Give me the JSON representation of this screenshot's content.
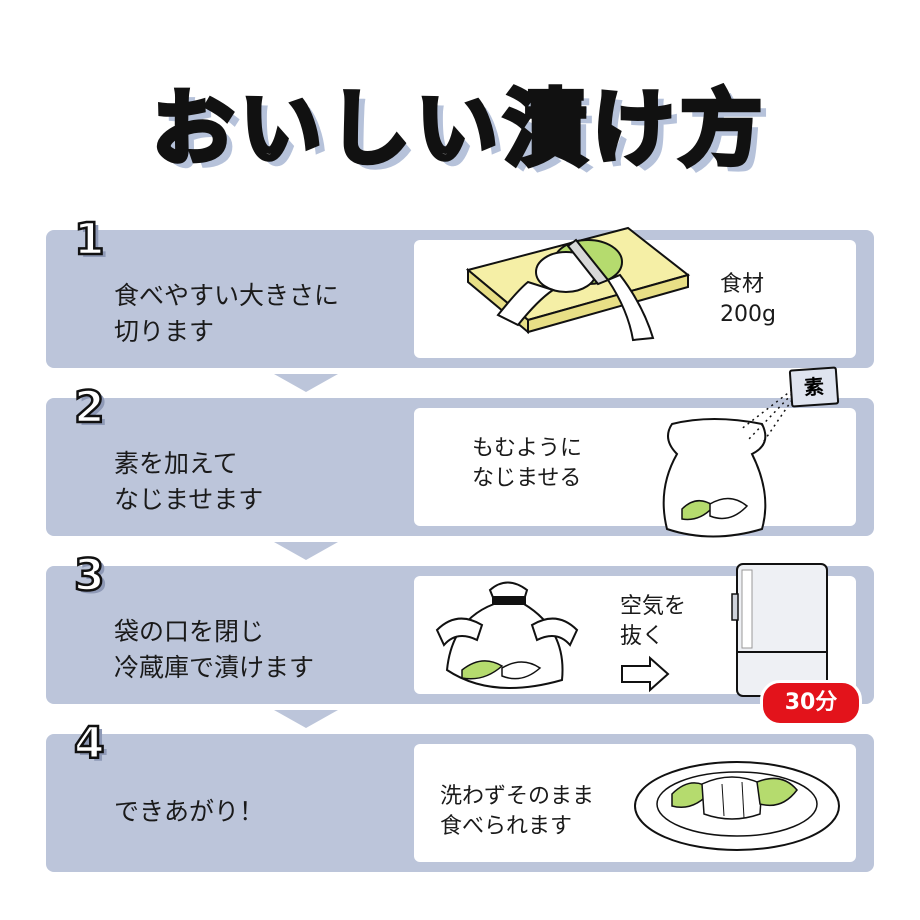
{
  "title": "おいしい漬け方",
  "steps": [
    {
      "number": "1",
      "text": "食べやすい大きさに\n切ります",
      "note": "食材\n200g"
    },
    {
      "number": "2",
      "text": "素を加えて\nなじませます",
      "note": "もむように\nなじませる",
      "label": "素"
    },
    {
      "number": "3",
      "text": "袋の口を閉じ\n冷蔵庫で漬けます",
      "note": "空気を\n抜く",
      "badge": "30分"
    },
    {
      "number": "4",
      "text": "できあがり！",
      "note": "洗わずそのまま\n食べられます"
    }
  ],
  "colors": {
    "panel": "#bcc5da",
    "badge": "#e3131b",
    "cabbage": "#b5db6e",
    "board": "#f5efa6"
  },
  "icons": [
    "cutting-board-icon",
    "seasoning-pack-icon",
    "bag-icon",
    "refrigerator-icon",
    "plate-icon",
    "right-arrow-icon"
  ]
}
